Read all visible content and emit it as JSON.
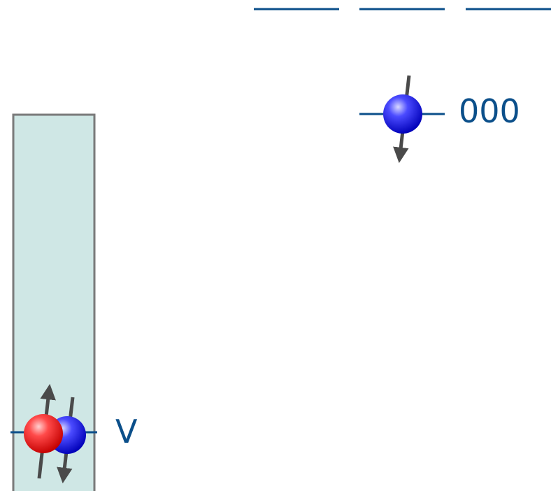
{
  "labels": {
    "lower_level": "V",
    "upper_level": "000"
  },
  "colors": {
    "level_line": "#0b4f8a",
    "label_text": "#0b4f8a",
    "band_fill": "#cfe7e5",
    "band_border": "#7a7a7a",
    "arrow": "#4a4a4a",
    "red_particle": "#ee1111",
    "blue_particle": "#2222ee"
  },
  "diagram": {
    "top_level_lines": 3,
    "lower_level_particles": [
      {
        "color": "red",
        "spin": "up"
      },
      {
        "color": "blue",
        "spin": "down"
      }
    ],
    "upper_level_particles": [
      {
        "color": "blue",
        "spin": "down"
      }
    ]
  }
}
